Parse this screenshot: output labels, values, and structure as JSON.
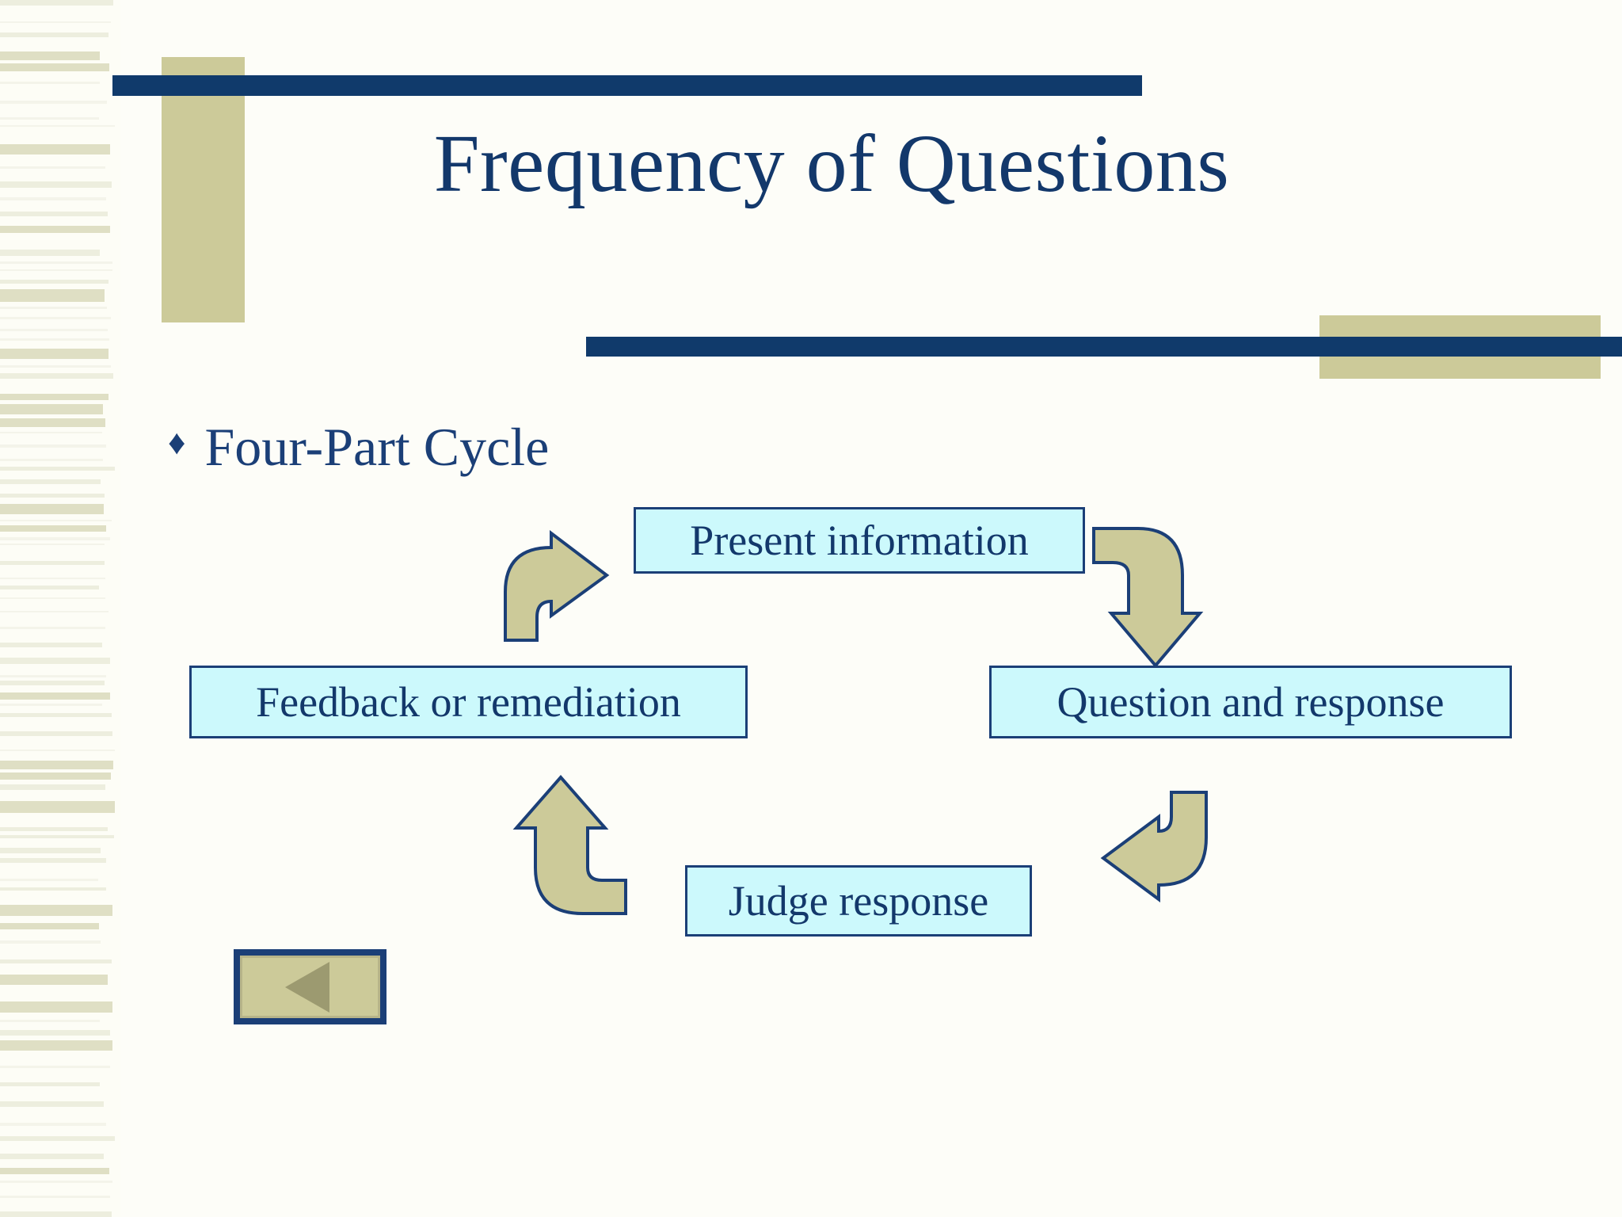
{
  "slide": {
    "title": "Frequency of Questions",
    "background_color": "#fdfdf8",
    "accent_navy": "#103a6b",
    "accent_tan": "#ccca99",
    "box_fill": "#ccf9fc",
    "text_navy": "#13386b"
  },
  "body": {
    "bullet_marker": "♦",
    "bullet_label": "Four-Part Cycle"
  },
  "cycle": {
    "type": "four-part-cycle",
    "nodes": [
      {
        "id": "present",
        "label": "Present information"
      },
      {
        "id": "question",
        "label": "Question and response"
      },
      {
        "id": "judge",
        "label": "Judge response"
      },
      {
        "id": "feedback",
        "label": "Feedback or remediation"
      }
    ],
    "edges": [
      {
        "from": "present",
        "to": "question",
        "icon": "curved-arrow-down-right-icon"
      },
      {
        "from": "question",
        "to": "judge",
        "icon": "curved-arrow-down-left-icon"
      },
      {
        "from": "judge",
        "to": "feedback",
        "icon": "curved-arrow-up-left-icon"
      },
      {
        "from": "feedback",
        "to": "present",
        "icon": "curved-arrow-up-right-icon"
      }
    ]
  },
  "navigation": {
    "back_button_icon": "previous-triangle-icon",
    "back_button_label": ""
  }
}
